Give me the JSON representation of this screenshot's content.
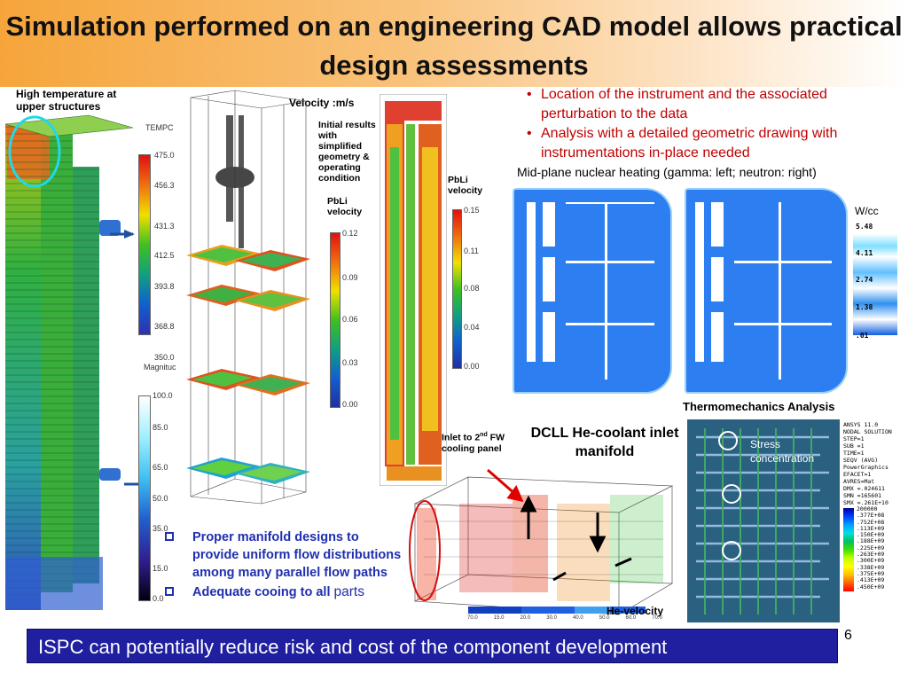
{
  "title": "Simulation performed on an engineering CAD model allows practical design assessments",
  "labels": {
    "high_temp": "High temperature at upper  structures",
    "tempc": "TEMPC",
    "magnitude": "Magnituc",
    "velocity": "Velocity :m/s",
    "initial_results": "Initial results with simplified geometry & operating condition",
    "pbli_velocity_1": "PbLi velocity",
    "pbli_velocity_2": "PbLi velocity",
    "midplane": "Mid-plane nuclear heating (gamma: left; neutron: right)",
    "wcc": "W/cc",
    "thermo": "Thermomechanics Analysis",
    "inlet_prefix": "Inlet to 2",
    "inlet_sup": "nd",
    "inlet_suffix": " FW cooling panel",
    "dcll": "DCLL He-coolant inlet manifold",
    "stress": "Stress concentration",
    "he_velocity": "He-velocity",
    "page_number": "6"
  },
  "bullets": [
    "Location of the instrument and the associated perturbation to the data",
    "Analysis with a detailed geometric drawing with instrumentations in-place needed"
  ],
  "blue_bullets": [
    {
      "bold": "Proper manifold designs to provide uniform flow distributions among many parallel flow paths",
      "normal": ""
    },
    {
      "bold": "Adequate cooing to all ",
      "normal": "parts"
    }
  ],
  "footer": "ISPC can potentially reduce risk and cost of the component development",
  "scales": {
    "temp": [
      "475.0",
      "456.3",
      "431.3",
      "412.5",
      "393.8",
      "368.8",
      "350.0"
    ],
    "magnitude": [
      "100.0",
      "85.0",
      "65.0",
      "50.0",
      "35.0",
      "15.0",
      "0.0"
    ],
    "velocity_a": [
      "0.12",
      "0.09",
      "0.06",
      "0.03",
      "0.00"
    ],
    "velocity_b": [
      "0.15",
      "0.11",
      "0.08",
      "0.04",
      "0.00"
    ],
    "nuclear": [
      "5.48",
      "4.11",
      "2.74",
      "1.38",
      ".01"
    ],
    "ansys_header": [
      "ANSYS 11.0",
      "NODAL SOLUTION",
      "STEP=1",
      "SUB =1",
      "TIME=1",
      "SEQV     (AVG)",
      "PowerGraphics",
      "EFACET=1",
      "AVRES=Mat",
      "DMX =.024611",
      "SMN =165601",
      "SMX =.261E+10"
    ],
    "ansys_values": [
      "200000",
      ".377E+08",
      ".752E+08",
      ".113E+09",
      ".150E+09",
      ".188E+09",
      ".225E+09",
      ".263E+09",
      ".300E+09",
      ".338E+09",
      ".375E+09",
      ".413E+09",
      ".450E+09"
    ],
    "he_axis": [
      "70.0",
      "15.0",
      "20.0",
      "30.0",
      "40.0",
      "50.0",
      "60.0",
      "70.0"
    ]
  },
  "colors": {
    "title_orange": "#f6a53a",
    "bullet_red": "#c00000",
    "list_blue": "#1f2fb0",
    "footer_blue": "#1f1fa0",
    "nuclear_blue": "#2d7ef0"
  }
}
